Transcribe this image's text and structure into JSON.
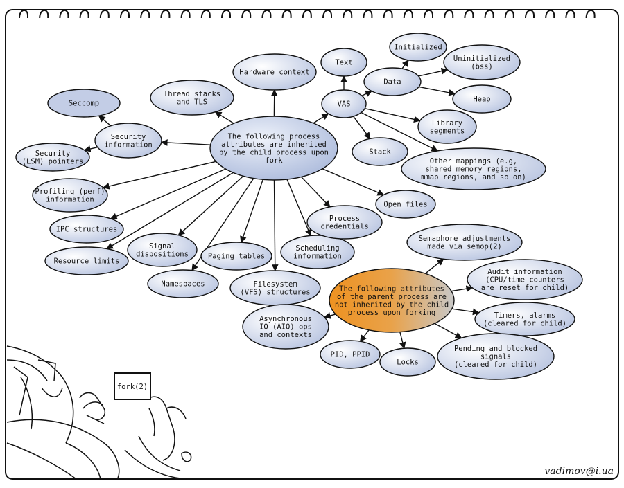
{
  "diagram": {
    "inherited_center": {
      "lines": [
        "The following process",
        "attributes are inherited",
        "by the child process upon",
        "fork"
      ]
    },
    "not_inherited_center": {
      "lines": [
        "The following attributes",
        "of the parent process are",
        "not inherited by the child",
        "process upon forking"
      ]
    },
    "nodes": {
      "hardware_context": [
        "Hardware context"
      ],
      "thread_stacks": [
        "Thread stacks",
        "and TLS"
      ],
      "seccomp": [
        "Seccomp"
      ],
      "security_info": [
        "Security",
        "information"
      ],
      "security_lsm": [
        "Security",
        "(LSM) pointers"
      ],
      "profiling": [
        "Profiling (perf)",
        "information"
      ],
      "ipc": [
        "IPC structures"
      ],
      "resource_limits": [
        "Resource limits"
      ],
      "signal_dispositions": [
        "Signal",
        "dispositions"
      ],
      "namespaces": [
        "Namespaces"
      ],
      "paging_tables": [
        "Paging tables"
      ],
      "filesystem": [
        "Filesystem",
        "(VFS) structures"
      ],
      "scheduling": [
        "Scheduling",
        "information"
      ],
      "credentials": [
        "Process",
        "credentials"
      ],
      "open_files": [
        "Open files"
      ],
      "vas": [
        "VAS"
      ],
      "text": [
        "Text"
      ],
      "data": [
        "Data"
      ],
      "initialized": [
        "Initialized"
      ],
      "uninitialized": [
        "Uninitialized",
        "(bss)"
      ],
      "heap": [
        "Heap"
      ],
      "library_segments": [
        "Library",
        "segments"
      ],
      "stack": [
        "Stack"
      ],
      "other_mappings": [
        "Other mappings (e.g,",
        "shared memory regions,",
        "mmap regions, and so on)"
      ],
      "semaphore": [
        "Semaphore adjustments",
        "made via semop(2)"
      ],
      "audit": [
        "Audit information",
        "(CPU/time counters",
        "are reset for child)"
      ],
      "timers": [
        "Timers, alarms",
        "(cleared for child)"
      ],
      "pending_signals": [
        "Pending and blocked",
        "signals",
        "(cleared for child)"
      ],
      "locks": [
        "Locks"
      ],
      "pid_ppid": [
        "PID, PPID"
      ],
      "aio": [
        "Asynchronous",
        "IO (AIO) ops",
        "and contexts"
      ]
    },
    "fork_box_label": "fork(2)"
  },
  "credit": "vadimov@i.ua",
  "colors": {
    "node_fill_light": "#ffffff",
    "node_fill_dark": "#c3cde6",
    "seccomp_fill": "#c3cde6",
    "orange": "#ee9221",
    "grey": "#c5c5c5",
    "stroke": "#111111"
  }
}
